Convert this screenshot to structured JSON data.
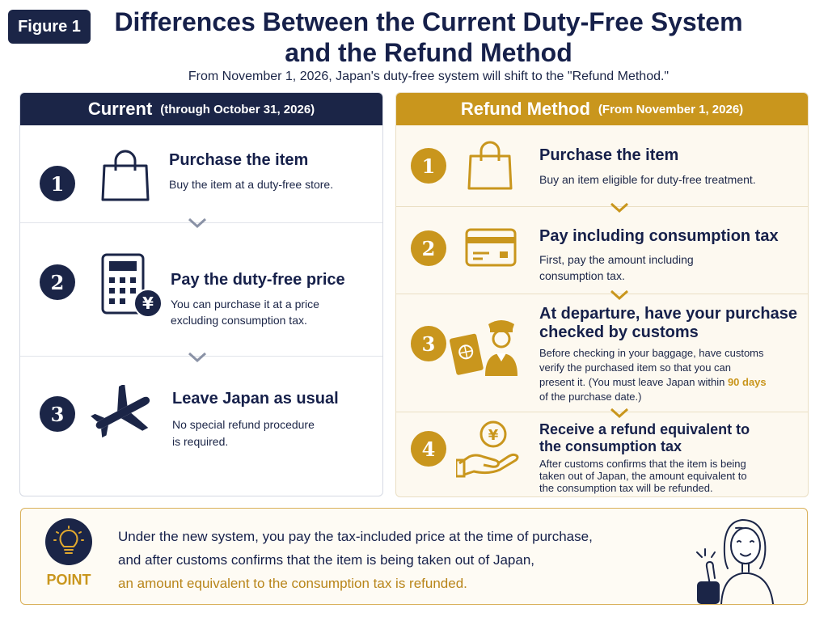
{
  "figure_label": "Figure 1",
  "title_line1": "Differences Between the Current Duty-Free System",
  "title_line2": "and the Refund Method",
  "subtitle": "From November 1, 2026, Japan's duty-free system will shift to the \"Refund Method.\"",
  "current": {
    "header_main": "Current",
    "header_sub": "(through October 31, 2026)",
    "steps": [
      {
        "num": "1",
        "icon": "shopping-bag-icon",
        "title": "Purchase the item",
        "desc1": "Buy the item at a duty-free store.",
        "desc2": ""
      },
      {
        "num": "2",
        "icon": "calculator-yen-icon",
        "title": "Pay the duty-free price",
        "desc1": "You can purchase it at a price",
        "desc2": "excluding consumption tax."
      },
      {
        "num": "3",
        "icon": "airplane-icon",
        "title": "Leave Japan as usual",
        "desc1": "No special refund procedure",
        "desc2": "is required."
      }
    ]
  },
  "refund": {
    "header_main": "Refund Method",
    "header_sub": "(From November 1, 2026)",
    "steps": [
      {
        "num": "1",
        "icon": "shopping-bag-icon",
        "title1": "Purchase the item",
        "title2": "",
        "desc": [
          "Buy an item eligible for duty-free treatment."
        ]
      },
      {
        "num": "2",
        "icon": "credit-card-icon",
        "title1": "Pay including consumption tax",
        "title2": "",
        "desc": [
          "First, pay the amount including",
          "consumption tax."
        ]
      },
      {
        "num": "3",
        "icon": "customs-officer-passport-icon",
        "title1": "At departure, have your purchase",
        "title2": "checked by customs",
        "desc": [
          "Before checking in your baggage, have customs",
          "verify the purchased item so that you can"
        ],
        "desc_pre": "present it. (You must leave Japan within ",
        "desc_hl": "90 days",
        "desc_last": "of the purchase date.)"
      },
      {
        "num": "4",
        "icon": "yen-coin-hand-icon",
        "title1": "Receive a refund equivalent to",
        "title2": "the consumption tax",
        "desc": [
          "After customs confirms that the item is being",
          "taken out of Japan, the amount equivalent to",
          "the consumption tax will be refunded."
        ]
      }
    ]
  },
  "point": {
    "label": "POINT",
    "line1": "Under the new system, you pay the tax-included price at the time of purchase,",
    "line2": "and after customs confirms that the item is being taken out of Japan,",
    "line3": "an amount equivalent to the consumption tax is refunded."
  },
  "colors": {
    "navy": "#1b2547",
    "gold": "#c9961d"
  }
}
